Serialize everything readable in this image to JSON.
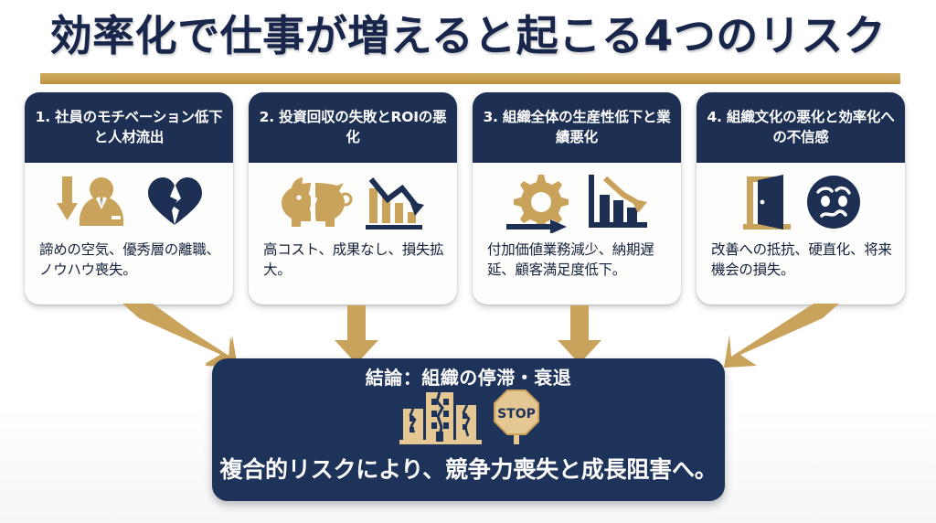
{
  "title": {
    "text": "効率化で仕事が増えると起こる4つのリスク"
  },
  "colors": {
    "navy": "#1d3053",
    "gold": "#c9a35c",
    "gold_light": "#e5c794",
    "card_bg": "#fdfdfb",
    "page_bg": "#ffffff",
    "text_dark": "#14213d"
  },
  "cards": [
    {
      "header": "1. 社員のモチベーション低下と人材流出",
      "body": "諦めの空気、優秀層の離職、ノウハウ喪失。",
      "icons": [
        "down-arrow-person-icon",
        "broken-heart-icon"
      ],
      "arrow": "diagonal-down-right-arrow"
    },
    {
      "header": "2. 投資回収の失敗とROIの悪化",
      "body": "高コスト、成果なし、損失拡大。",
      "icons": [
        "cracked-piggy-bank-icon",
        "declining-bar-chart-icon"
      ],
      "arrow": "down-arrow"
    },
    {
      "header": "3. 組織全体の生産性低下と業績悪化",
      "body": "付加価値業務減少、納期遅延、顧客満足度低下。",
      "icons": [
        "gear-arrow-icon",
        "declining-bar-chart-gold-arrow-icon"
      ],
      "arrow": "down-arrow"
    },
    {
      "header": "4. 組織文化の悪化と効率化への不信感",
      "body": "改善への抵抗、硬直化、将来機会の損失。",
      "icons": [
        "open-door-icon",
        "worried-face-icon"
      ],
      "arrow": "diagonal-down-left-arrow"
    }
  ],
  "conclusion": {
    "title": "結論：組織の停滞・衰退",
    "text": "複合的リスクにより、競争力喪失と成長阻害へ。",
    "icons": [
      "cracked-buildings-icon",
      "stop-sign-icon"
    ],
    "stop_sign_label": "STOP"
  }
}
